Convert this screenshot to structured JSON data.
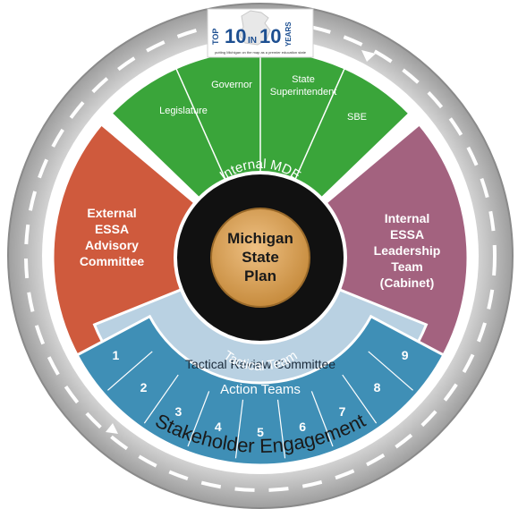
{
  "logo": {
    "text_top": "TOP",
    "text_ten_a": "10",
    "text_in": "IN",
    "text_ten_b": "10",
    "text_years": "YEARS",
    "tagline": "putting Michigan on the map as a premier education state"
  },
  "outer_ring": {
    "label": "Stakeholder Engagement"
  },
  "sectors": {
    "governance": [
      "Legislature",
      "Governor",
      "State",
      "Superintendent",
      "SBE"
    ],
    "left": [
      "External",
      "ESSA",
      "Advisory",
      "Committee"
    ],
    "right": [
      "Internal",
      "ESSA",
      "Leadership",
      "Team",
      "(Cabinet)"
    ],
    "review": "Tactical Review Committee",
    "action": {
      "title": "Action Teams",
      "numbers": [
        "1",
        "2",
        "3",
        "4",
        "5",
        "6",
        "7",
        "8",
        "9"
      ]
    }
  },
  "center": {
    "ring_top": "Internal MDE",
    "ring_bottom": "Tactical Team",
    "lines": [
      "Michigan",
      "State",
      "Plan"
    ]
  },
  "colors": {
    "green": "#3aa53a",
    "orange_red": "#cf5a3d",
    "mauve": "#a3627f",
    "review_blue": "#b9d1e2",
    "action_blue": "#3f8fb6",
    "gold": "#d9a55a",
    "black": "#111111",
    "road": "#bfbfbf"
  }
}
